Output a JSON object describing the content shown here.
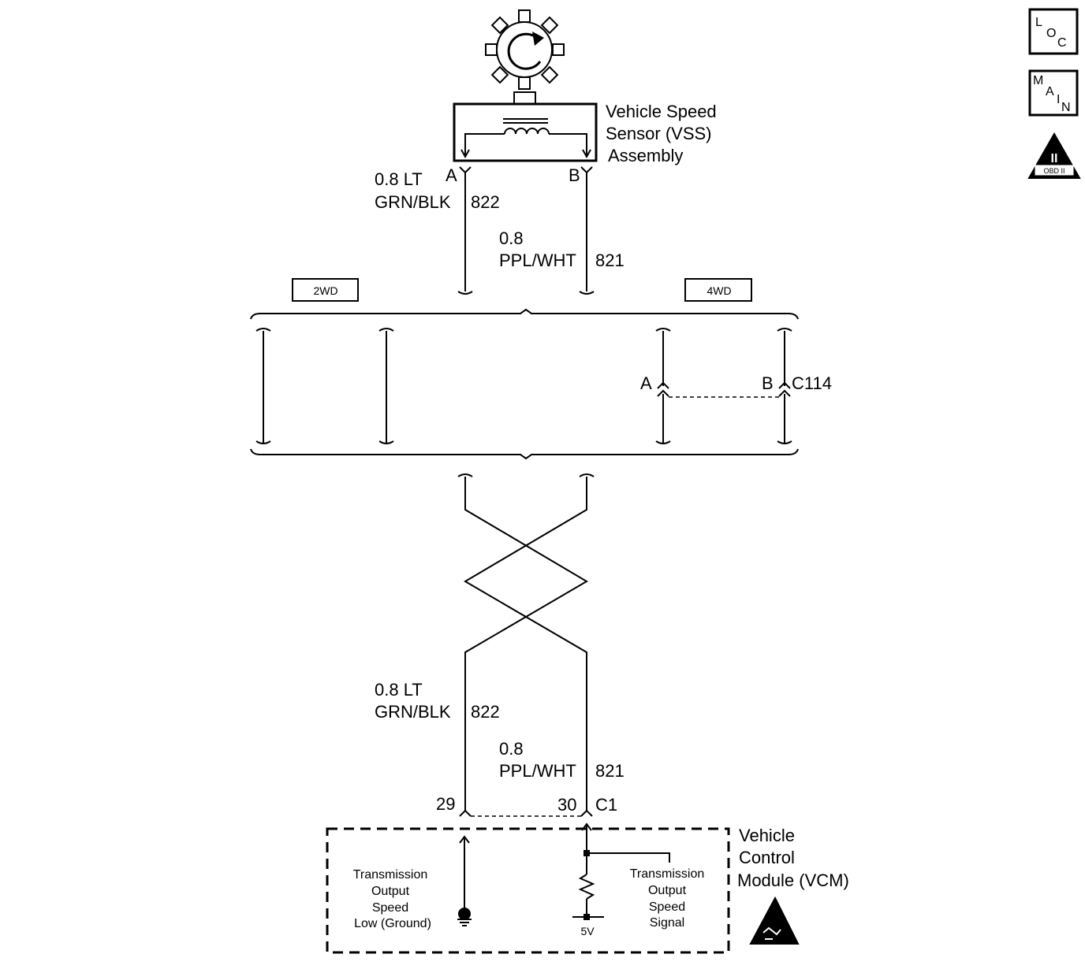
{
  "header_icons": {
    "loc": [
      "L",
      "O",
      "C"
    ],
    "main": [
      "M",
      "A",
      "I",
      "N"
    ],
    "obd_numeral": "II",
    "obd_label": "OBD II"
  },
  "sensor": {
    "name_lines": [
      "Vehicle Speed",
      "Sensor (VSS)",
      "Assembly"
    ],
    "pin_a": "A",
    "pin_b": "B"
  },
  "wires_upper": {
    "w822_size_color_1": "0.8 LT",
    "w822_color_2": "GRN/BLK",
    "w822_circuit": "822",
    "w821_size": "0.8",
    "w821_color": "PPL/WHT",
    "w821_circuit": "821"
  },
  "variants": {
    "left": "2WD",
    "right": "4WD"
  },
  "connector_c114": {
    "pin_a": "A",
    "pin_b": "B",
    "name": "C114"
  },
  "wires_lower": {
    "w822_size_color_1": "0.8 LT",
    "w822_color_2": "GRN/BLK",
    "w822_circuit": "822",
    "w821_size": "0.8",
    "w821_color": "PPL/WHT",
    "w821_circuit": "821"
  },
  "connector_c1": {
    "pin_29": "29",
    "pin_30": "30",
    "name": "C1"
  },
  "vcm": {
    "name_lines": [
      "Vehicle",
      "Control",
      "Module (VCM)"
    ],
    "low_label_lines": [
      "Transmission",
      "Output",
      "Speed",
      "Low (Ground)"
    ],
    "signal_label_lines": [
      "Transmission",
      "Output",
      "Speed",
      "Signal"
    ],
    "supply": "5V"
  }
}
